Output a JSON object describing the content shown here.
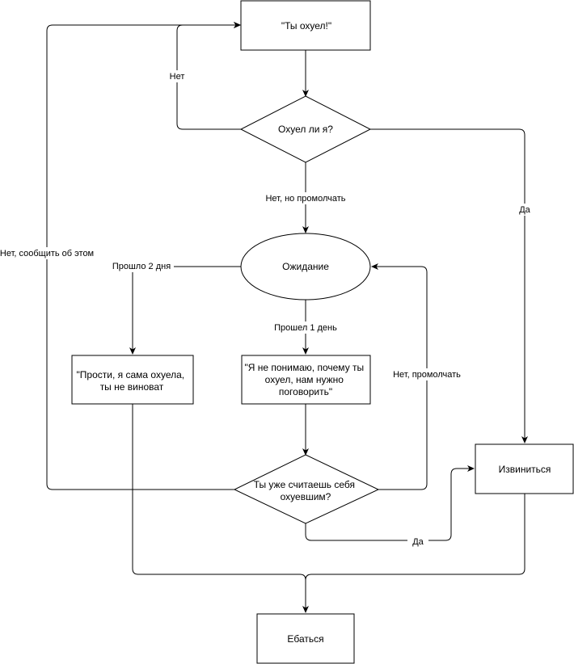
{
  "nodes": {
    "start": "\"Ты охуел!\"",
    "q1": "Охуел ли я?",
    "wait": "Ожидание",
    "sorry_self": [
      "\"Прости, я сама охуела,",
      "ты не виноват"
    ],
    "talk": [
      "\"Я не понимаю, почему ты",
      "охуел, нам нужно",
      "поговорить\""
    ],
    "q2": [
      "Ты уже считаешь себя",
      "охуевшим?"
    ],
    "apologize": "Извиниться",
    "end": "Ебаться"
  },
  "edges": {
    "q1_no": "Нет",
    "q1_yes": "Да",
    "q1_silent": "Нет, но промолчать",
    "wait_2days": "Прошло 2 дня",
    "wait_1day": "Прошел 1 день",
    "q2_no_silent": "Нет, промолчать",
    "q2_no_tell": "Нет, сообщить об этом",
    "q2_yes": "Да"
  },
  "colors": {
    "stroke": "#000000",
    "fill": "#ffffff"
  }
}
